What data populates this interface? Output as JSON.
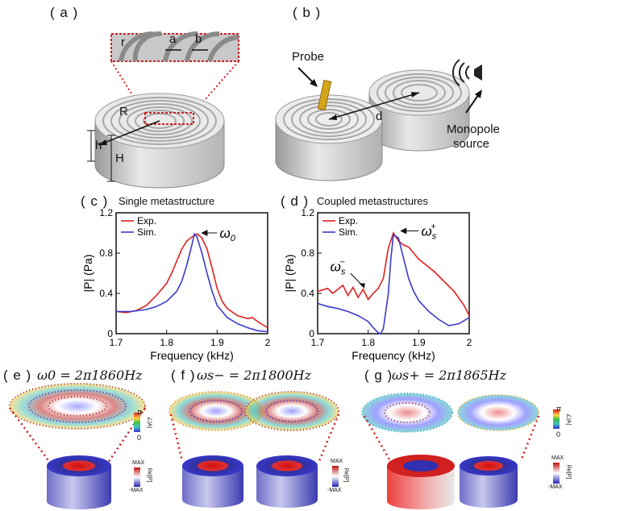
{
  "panels": {
    "a": {
      "label": "( a )",
      "dims": {
        "r": "r",
        "a": "a",
        "b": "b",
        "R": "R",
        "h": "h",
        "H": "H"
      }
    },
    "b": {
      "label": "( b )",
      "probe": "Probe",
      "d": "d",
      "source_line1": "Monopole",
      "source_line2": "source"
    },
    "c": {
      "label": "( c )",
      "title": "Single metastructure",
      "omega": "ω0"
    },
    "d": {
      "label": "( d )",
      "title": "Coupled metastructures",
      "omega_plus": "ωs+",
      "omega_minus": "ωs−"
    },
    "e": {
      "label": "( e )",
      "eq": "ω0 = 2π1860Hz"
    },
    "f": {
      "label": "( f )",
      "eq": "ωs− = 2π1800Hz"
    },
    "g": {
      "label": "( g )",
      "eq": "ωs+ = 2π1865Hz"
    }
  },
  "colorbars": {
    "phase_top": "π",
    "phase_bottom": "0",
    "phase_axis": "∠|A|",
    "amp_top": "MAX",
    "amp_bottom": "-MAX",
    "amp_axis": "Re[P]"
  },
  "colors": {
    "exp": "#e02020",
    "sim": "#3a3acc",
    "dotted": "#e02020"
  },
  "chart_data": [
    {
      "type": "line",
      "title": "Single metastructure",
      "xlabel": "Frequency (kHz)",
      "ylabel": "|P| (Pa)",
      "xlim": [
        1.7,
        2.0
      ],
      "ylim": [
        0,
        1.2
      ],
      "xticks": [
        "1.7",
        "1.8",
        "1.9",
        "2"
      ],
      "yticks": [
        "0",
        "0.4",
        "0.8",
        "1.2"
      ],
      "legend": "top-left",
      "series": [
        {
          "name": "Exp.",
          "color": "#e02020",
          "x": [
            1.7,
            1.72,
            1.74,
            1.76,
            1.78,
            1.8,
            1.81,
            1.82,
            1.83,
            1.84,
            1.85,
            1.86,
            1.87,
            1.88,
            1.89,
            1.9,
            1.91,
            1.92,
            1.94,
            1.96,
            1.97,
            1.98,
            2.0
          ],
          "y": [
            0.22,
            0.21,
            0.23,
            0.28,
            0.38,
            0.5,
            0.6,
            0.72,
            0.84,
            0.92,
            0.96,
            0.99,
            0.95,
            0.84,
            0.65,
            0.45,
            0.32,
            0.25,
            0.18,
            0.15,
            0.16,
            0.12,
            0.06
          ]
        },
        {
          "name": "Sim.",
          "color": "#3a3acc",
          "x": [
            1.7,
            1.73,
            1.76,
            1.78,
            1.8,
            1.82,
            1.83,
            1.84,
            1.85,
            1.855,
            1.86,
            1.87,
            1.88,
            1.89,
            1.9,
            1.92,
            1.94,
            1.96,
            1.98,
            2.0
          ],
          "y": [
            0.22,
            0.22,
            0.24,
            0.27,
            0.32,
            0.42,
            0.52,
            0.68,
            0.88,
            0.99,
            0.96,
            0.8,
            0.6,
            0.42,
            0.28,
            0.16,
            0.1,
            0.06,
            0.03,
            0.02
          ]
        }
      ]
    },
    {
      "type": "line",
      "title": "Coupled metastructures",
      "xlabel": "Frequency (kHz)",
      "ylabel": "|P| (Pa)",
      "xlim": [
        1.7,
        2.0
      ],
      "ylim": [
        0,
        1.2
      ],
      "xticks": [
        "1.7",
        "1.8",
        "1.9",
        "2"
      ],
      "yticks": [
        "0",
        "0.4",
        "0.8",
        "1.2"
      ],
      "legend": "top-left",
      "series": [
        {
          "name": "Exp.",
          "color": "#e02020",
          "x": [
            1.7,
            1.72,
            1.73,
            1.75,
            1.76,
            1.77,
            1.78,
            1.79,
            1.8,
            1.81,
            1.82,
            1.83,
            1.84,
            1.85,
            1.86,
            1.87,
            1.88,
            1.89,
            1.9,
            1.91,
            1.93,
            1.95,
            1.97,
            1.99,
            2.0
          ],
          "y": [
            0.42,
            0.45,
            0.4,
            0.48,
            0.38,
            0.46,
            0.36,
            0.44,
            0.34,
            0.4,
            0.45,
            0.55,
            0.85,
            1.0,
            0.92,
            0.88,
            0.86,
            0.8,
            0.74,
            0.7,
            0.62,
            0.52,
            0.42,
            0.28,
            0.18
          ]
        },
        {
          "name": "Sim.",
          "color": "#3a3acc",
          "x": [
            1.7,
            1.72,
            1.74,
            1.76,
            1.78,
            1.8,
            1.81,
            1.82,
            1.825,
            1.83,
            1.84,
            1.845,
            1.85,
            1.86,
            1.87,
            1.88,
            1.89,
            1.9,
            1.92,
            1.94,
            1.96,
            1.98,
            2.0
          ],
          "y": [
            0.3,
            0.27,
            0.25,
            0.22,
            0.18,
            0.12,
            0.06,
            0.01,
            0.0,
            0.05,
            0.4,
            0.75,
            0.98,
            0.95,
            0.75,
            0.55,
            0.42,
            0.33,
            0.22,
            0.14,
            0.08,
            0.1,
            0.16
          ]
        }
      ]
    }
  ]
}
